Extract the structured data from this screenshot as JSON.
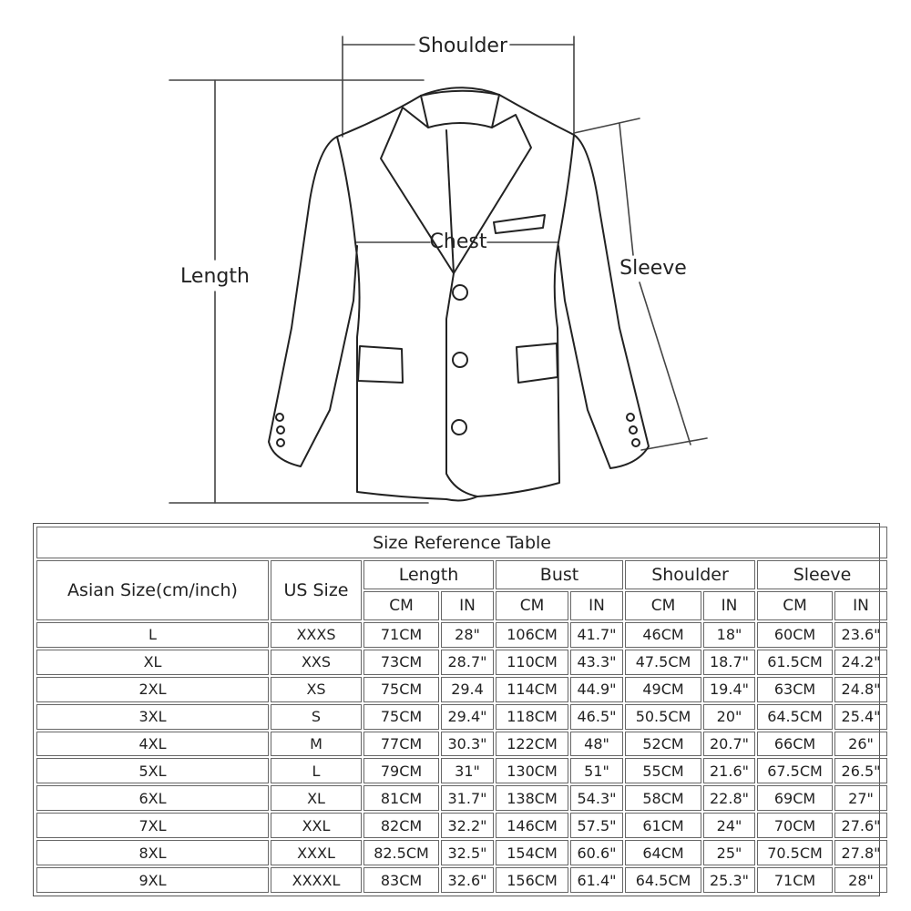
{
  "diagram": {
    "labels": {
      "shoulder": "Shoulder",
      "chest": "Chest",
      "length": "Length",
      "sleeve": "Sleeve"
    }
  },
  "table": {
    "title": "Size Reference Table",
    "headers": {
      "asian_size": "Asian Size(cm/inch)",
      "us_size": "US Size",
      "groups": [
        "Length",
        "Bust",
        "Shoulder",
        "Sleeve"
      ],
      "units": [
        "CM",
        "IN"
      ]
    },
    "rows": [
      {
        "asian": "L",
        "us": "XXXS",
        "length_cm": "71CM",
        "length_in": "28\"",
        "bust_cm": "106CM",
        "bust_in": "41.7\"",
        "shoulder_cm": "46CM",
        "shoulder_in": "18\"",
        "sleeve_cm": "60CM",
        "sleeve_in": "23.6\""
      },
      {
        "asian": "XL",
        "us": "XXS",
        "length_cm": "73CM",
        "length_in": "28.7\"",
        "bust_cm": "110CM",
        "bust_in": "43.3\"",
        "shoulder_cm": "47.5CM",
        "shoulder_in": "18.7\"",
        "sleeve_cm": "61.5CM",
        "sleeve_in": "24.2\""
      },
      {
        "asian": "2XL",
        "us": "XS",
        "length_cm": "75CM",
        "length_in": "29.4",
        "bust_cm": "114CM",
        "bust_in": "44.9\"",
        "shoulder_cm": "49CM",
        "shoulder_in": "19.4\"",
        "sleeve_cm": "63CM",
        "sleeve_in": "24.8\""
      },
      {
        "asian": "3XL",
        "us": "S",
        "length_cm": "75CM",
        "length_in": "29.4\"",
        "bust_cm": "118CM",
        "bust_in": "46.5\"",
        "shoulder_cm": "50.5CM",
        "shoulder_in": "20\"",
        "sleeve_cm": "64.5CM",
        "sleeve_in": "25.4\""
      },
      {
        "asian": "4XL",
        "us": "M",
        "length_cm": "77CM",
        "length_in": "30.3\"",
        "bust_cm": "122CM",
        "bust_in": "48\"",
        "shoulder_cm": "52CM",
        "shoulder_in": "20.7\"",
        "sleeve_cm": "66CM",
        "sleeve_in": "26\""
      },
      {
        "asian": "5XL",
        "us": "L",
        "length_cm": "79CM",
        "length_in": "31\"",
        "bust_cm": "130CM",
        "bust_in": "51\"",
        "shoulder_cm": "55CM",
        "shoulder_in": "21.6\"",
        "sleeve_cm": "67.5CM",
        "sleeve_in": "26.5\""
      },
      {
        "asian": "6XL",
        "us": "XL",
        "length_cm": "81CM",
        "length_in": "31.7\"",
        "bust_cm": "138CM",
        "bust_in": "54.3\"",
        "shoulder_cm": "58CM",
        "shoulder_in": "22.8\"",
        "sleeve_cm": "69CM",
        "sleeve_in": "27\""
      },
      {
        "asian": "7XL",
        "us": "XXL",
        "length_cm": "82CM",
        "length_in": "32.2\"",
        "bust_cm": "146CM",
        "bust_in": "57.5\"",
        "shoulder_cm": "61CM",
        "shoulder_in": "24\"",
        "sleeve_cm": "70CM",
        "sleeve_in": "27.6\""
      },
      {
        "asian": "8XL",
        "us": "XXXL",
        "length_cm": "82.5CM",
        "length_in": "32.5\"",
        "bust_cm": "154CM",
        "bust_in": "60.6\"",
        "shoulder_cm": "64CM",
        "shoulder_in": "25\"",
        "sleeve_cm": "70.5CM",
        "sleeve_in": "27.8\""
      },
      {
        "asian": "9XL",
        "us": "XXXXL",
        "length_cm": "83CM",
        "length_in": "32.6\"",
        "bust_cm": "156CM",
        "bust_in": "61.4\"",
        "shoulder_cm": "64.5CM",
        "shoulder_in": "25.3\"",
        "sleeve_cm": "71CM",
        "sleeve_in": "28\""
      }
    ]
  }
}
